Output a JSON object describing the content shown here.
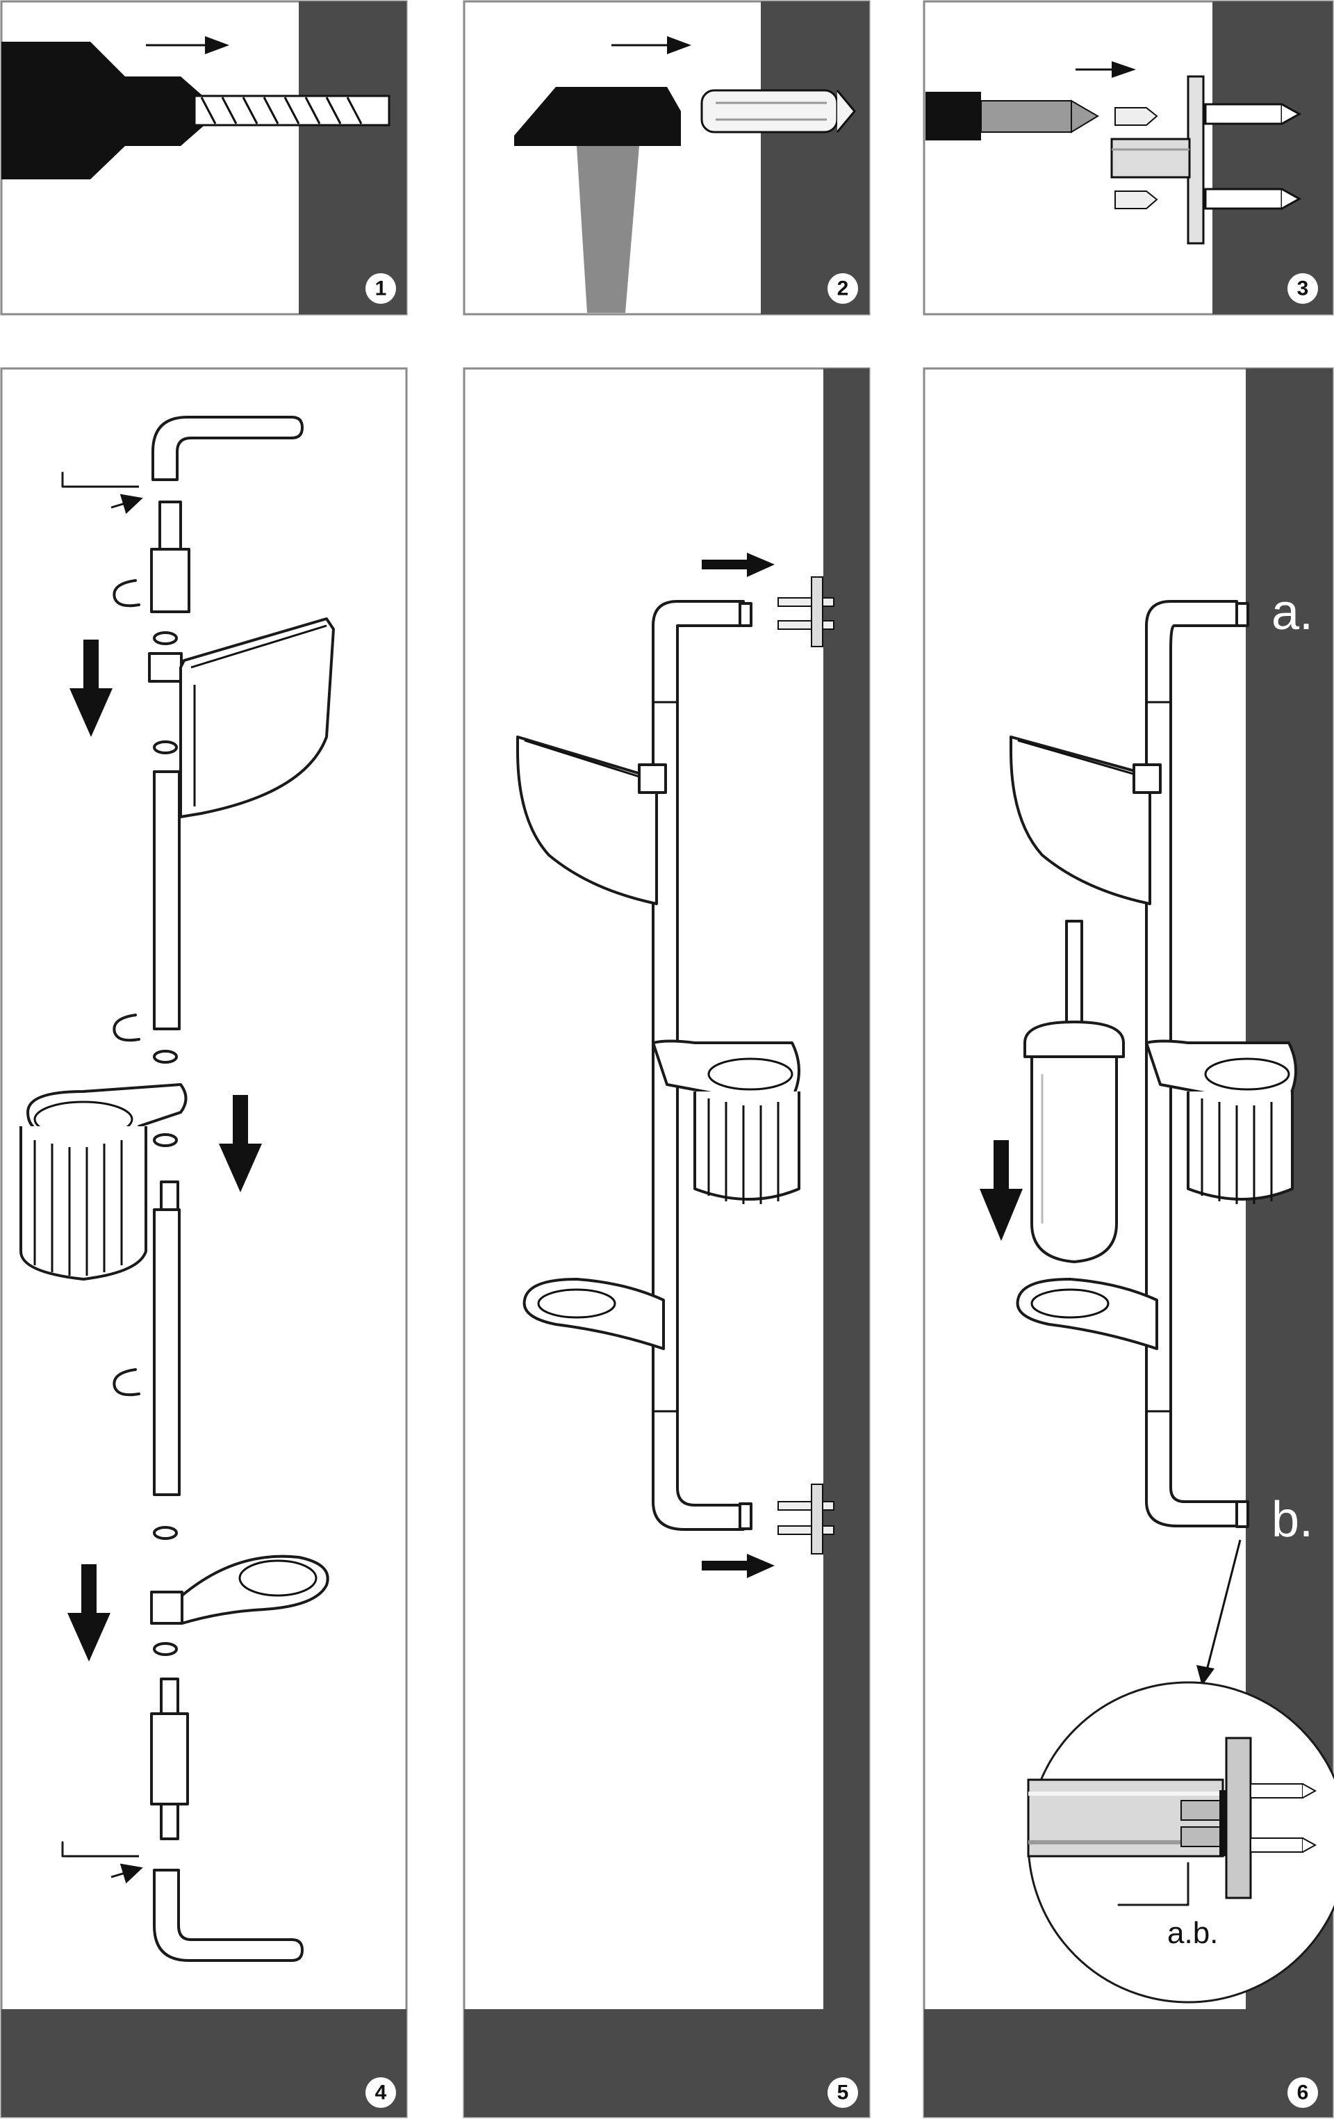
{
  "steps": [
    {
      "number": "1"
    },
    {
      "number": "2"
    },
    {
      "number": "3"
    },
    {
      "number": "4"
    },
    {
      "number": "5"
    },
    {
      "number": "6"
    }
  ],
  "callouts": {
    "top_mount": "a.",
    "bottom_mount": "b.",
    "detail": "a.b."
  },
  "colors": {
    "wall": "#4a4a4a",
    "ink": "#1a1a1a",
    "paper": "#ffffff"
  }
}
